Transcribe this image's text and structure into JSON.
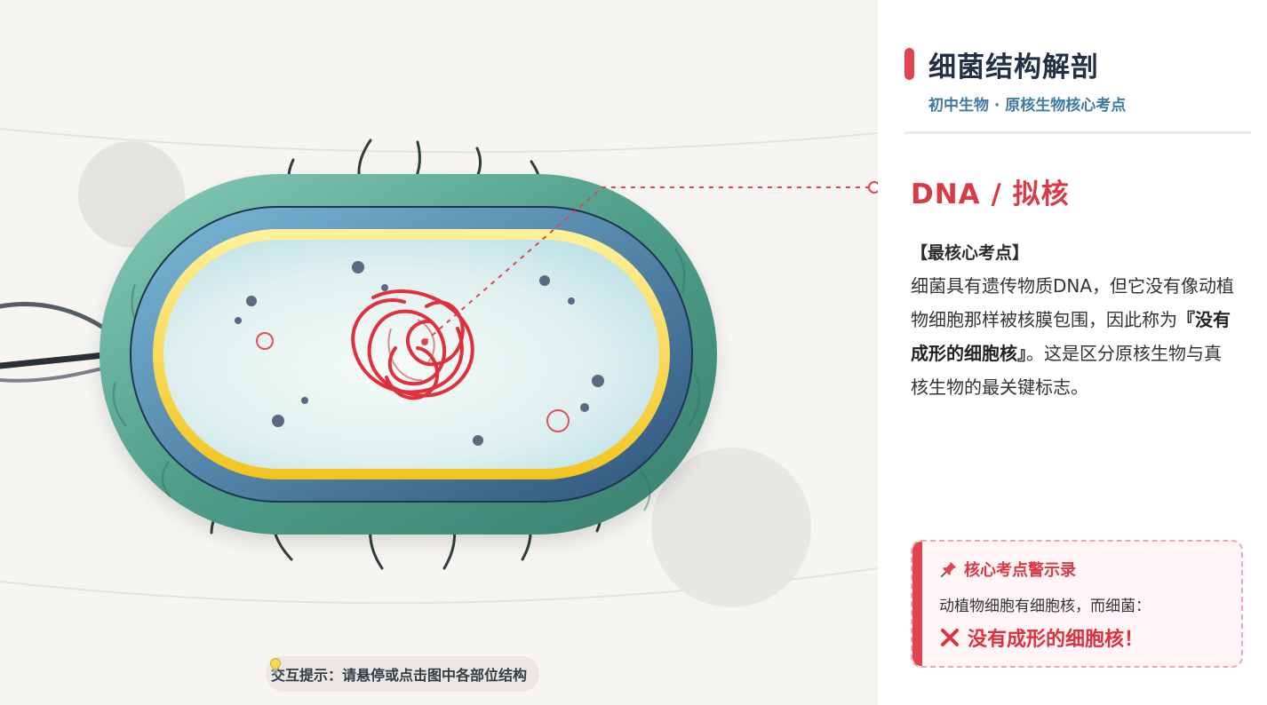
{
  "panel": {
    "title": "细菌结构解剖",
    "subtitle": "初中生物 · 原核生物核心考点",
    "part_name": "DNA / 拟核",
    "tag": "【最核心考点】",
    "desc_before": "细菌具有遗传物质DNA，但它没有像动植物细胞那样被核膜包围，因此称为",
    "desc_bold": "『没有成形的细胞核』",
    "desc_after": "。这是区分原核生物与真核生物的最关键标志。"
  },
  "alert": {
    "icon": "pushpin-icon",
    "title": "核心考点警示录",
    "text": "动植物细胞有细胞核，而细菌：",
    "emphasis_icon": "cross-mark-icon",
    "emphasis": "没有成形的细胞核！"
  },
  "hint": {
    "icon": "light-bulb-icon",
    "text": "交互提示：请悬停或点击图中各部位结构"
  },
  "colors": {
    "accent_red": "#e0444f",
    "capsule": "#4e9e8a",
    "cell_wall": "#3f6f98",
    "cell_membrane": "#f6cd2e",
    "cytoplasm": "#d8ecef",
    "dna": "#e0303c"
  }
}
